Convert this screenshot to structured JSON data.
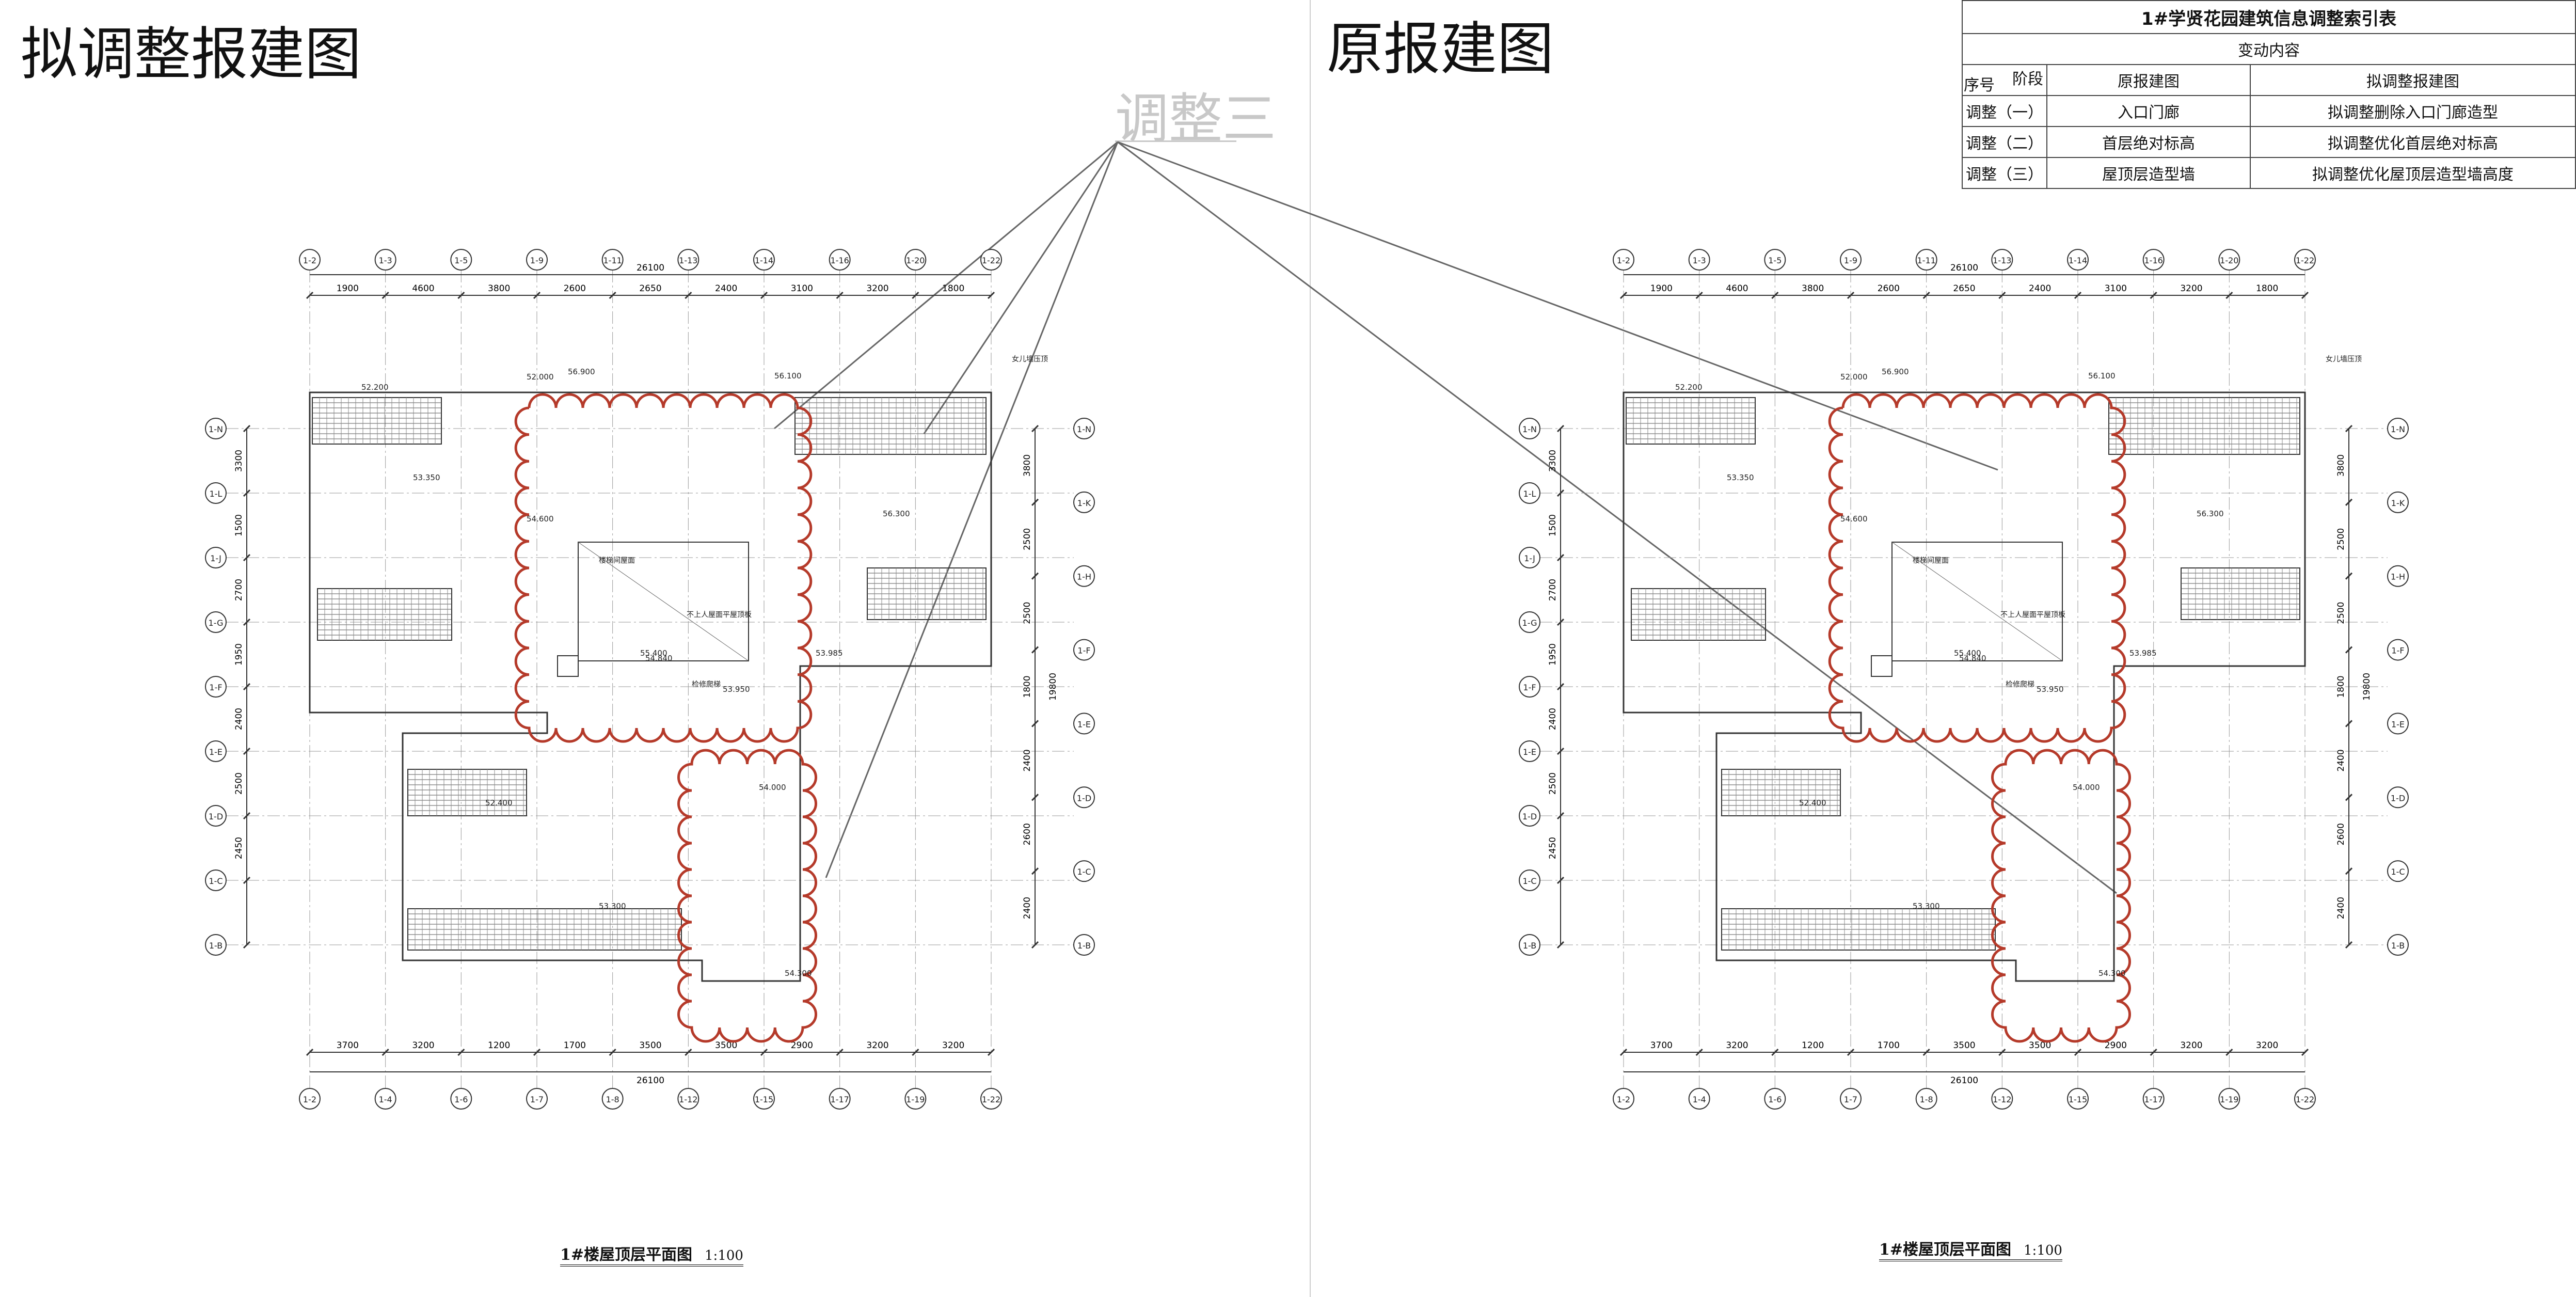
{
  "titles": {
    "left": "拟调整报建图",
    "right": "原报建图"
  },
  "stamp": "调整三",
  "index_table": {
    "title": "1#学贤花园建筑信息调整索引表",
    "group_header": "变动内容",
    "col_seq": "序号",
    "col_stage": "阶段",
    "col_original": "原报建图",
    "col_adjusted": "拟调整报建图",
    "rows": [
      {
        "seq": "调整（一）",
        "original": "入口门廊",
        "adjusted": "拟调整删除入口门廊造型"
      },
      {
        "seq": "调整（二）",
        "original": "首层绝对标高",
        "adjusted": "拟调整优化首层绝对标高"
      },
      {
        "seq": "调整（三）",
        "original": "屋顶层造型墙",
        "adjusted": "拟调整优化屋顶层造型墙高度"
      }
    ]
  },
  "plan": {
    "caption": "1#楼屋顶层平面图",
    "scale": "1:100",
    "total_dim": "26100",
    "top_axes": [
      "1-2",
      "1-3",
      "1-5",
      "1-9",
      "1-11",
      "1-13",
      "1-14",
      "1-16",
      "1-20",
      "1-22"
    ],
    "top_dims": [
      "1900",
      "4600",
      "3800",
      "2600",
      "2650",
      "2400",
      "3100",
      "3200",
      "1800"
    ],
    "bottom_axes": [
      "1-2",
      "1-4",
      "1-6",
      "1-7",
      "1-8",
      "1-12",
      "1-15",
      "1-17",
      "1-19",
      "1-22"
    ],
    "bottom_dims": [
      "3700",
      "3200",
      "1200",
      "1700",
      "3500",
      "3500",
      "2900",
      "3200",
      "3200"
    ],
    "left_axes": [
      "1-N",
      "1-L",
      "1-J",
      "1-G",
      "1-F",
      "1-E",
      "1-D",
      "1-C",
      "1-B"
    ],
    "right_axes": [
      "1-N",
      "1-K",
      "1-H",
      "1-F",
      "1-E",
      "1-D",
      "1-C",
      "1-B"
    ],
    "left_dims": [
      "3300",
      "1500",
      "2700",
      "1950",
      "2400",
      "2500",
      "2450"
    ],
    "right_dims": [
      "3800",
      "2500",
      "2500",
      "1800",
      "2400",
      "2600",
      "2400"
    ],
    "side_total": "19800",
    "elevations": [
      "52.200",
      "52.000",
      "53.350",
      "56.100",
      "56.900",
      "54.600",
      "55.400",
      "53.950",
      "54.000",
      "53.985",
      "54.840",
      "52.400",
      "53.300",
      "56.300",
      "54.300"
    ],
    "notes": [
      "不上人屋面平屋顶板",
      "楼梯间屋面",
      "检修爬梯",
      "女儿墙压顶"
    ]
  },
  "colors": {
    "cloud": "#b53a2a",
    "line": "#333333"
  }
}
